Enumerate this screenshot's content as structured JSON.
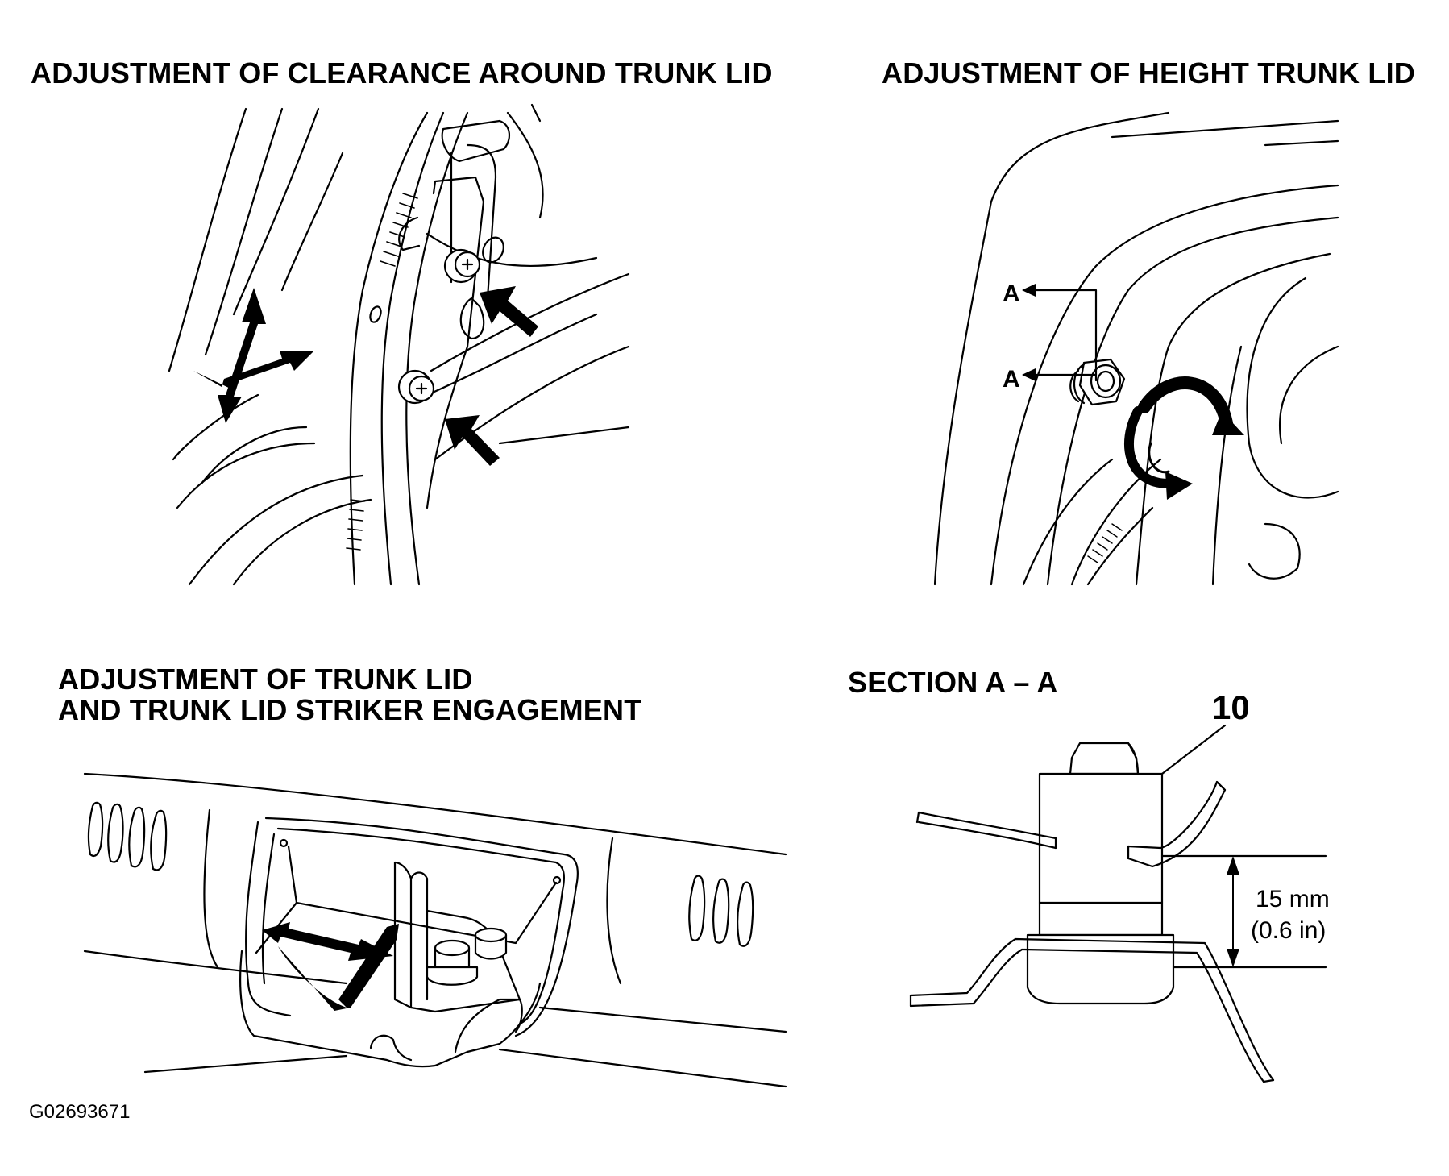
{
  "panels": {
    "clearance": {
      "title": "ADJUSTMENT OF CLEARANCE AROUND TRUNK LID"
    },
    "height": {
      "title": "ADJUSTMENT OF HEIGHT TRUNK LID",
      "section_mark": "A"
    },
    "striker": {
      "title_line1": "ADJUSTMENT OF TRUNK LID",
      "title_line2": "AND TRUNK LID STRIKER ENGAGEMENT"
    },
    "section": {
      "title": "SECTION A – A",
      "callout": "10",
      "dimension_mm": "15 mm",
      "dimension_in": "(0.6 in)"
    }
  },
  "figure_code": "G02693671",
  "icons": [
    "move-arrows-icon",
    "push-arrow-icon",
    "rotate-arrow-icon",
    "bolt-icon"
  ],
  "colors": {
    "ink": "#000000",
    "paper": "#ffffff"
  }
}
